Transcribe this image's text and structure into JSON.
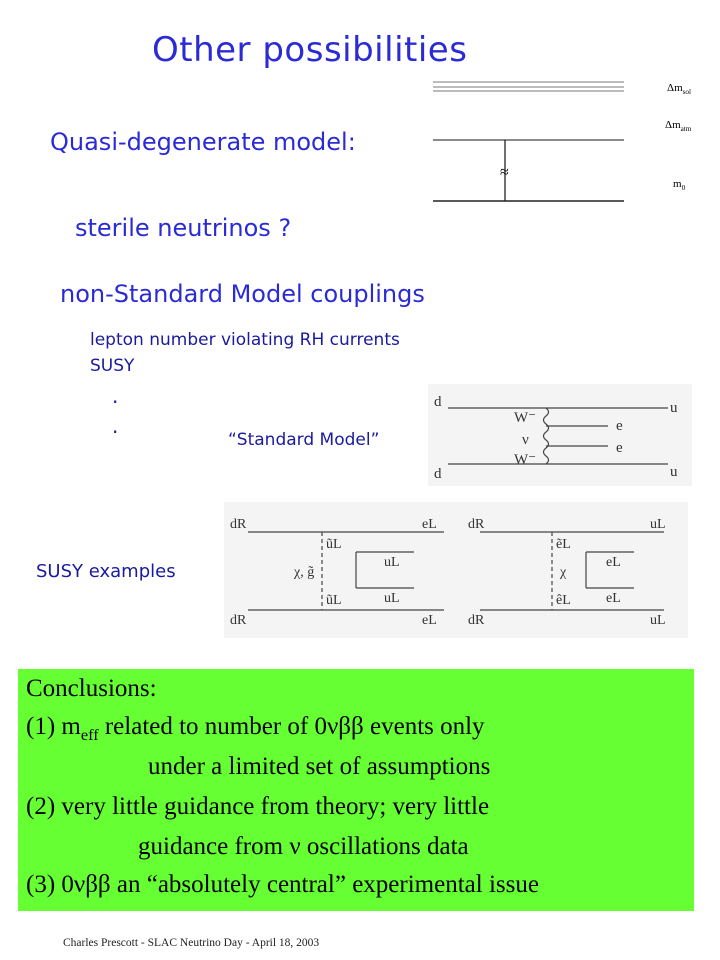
{
  "title": "Other possibilities",
  "quasi_label": "Quasi-degenerate model:",
  "sterile_label": "sterile neutrinos ?",
  "nonsm_label": "non-Standard Model couplings",
  "nonsm_items": [
    "lepton number violating RH currents",
    "SUSY",
    ".",
    "."
  ],
  "mass_diagram": {
    "dm_sol_prefix": "Δm",
    "dm_sol_sub": "sol",
    "dm_atm_prefix": "Δm",
    "dm_atm_sub": "atm",
    "m0_prefix": "m",
    "m0_sub": "0",
    "approx": "≈"
  },
  "sm_diagram": {
    "caption": "“Standard Model”",
    "labels": {
      "d_top": "d",
      "d_bot": "d",
      "u_top": "u",
      "u_bot": "u",
      "w_top": "W⁻",
      "w_bot": "W⁻",
      "nu": "ν",
      "e1": "e",
      "e2": "e"
    }
  },
  "susy_diagrams": {
    "caption": "SUSY examples",
    "left": {
      "dR_top": "dR",
      "dR_bot": "dR",
      "eL_top": "eL",
      "eL_bot": "eL",
      "uL1": "uL",
      "uL2": "uL",
      "sq_top": "ũL",
      "sq_bot": "ũL",
      "neutralino": "χ, g̃"
    },
    "right": {
      "dR_top": "dR",
      "dR_bot": "dR",
      "uL_top": "uL",
      "uL_bot": "uL",
      "eL1": "eL",
      "eL2": "eL",
      "sl_top": "ẽL",
      "sl_bot": "êL",
      "chi": "χ"
    }
  },
  "conclusions": {
    "heading": "Conclusions:",
    "l1_pre": "(1)  m",
    "l1_sub": "eff",
    "l1_post": " related to number of 0νββ  events only",
    "l2": "under a limited set of assumptions",
    "l3": "(2) very little guidance from theory; very little",
    "l4": "guidance from ν  oscillations data",
    "l5": "(3) 0νββ  an “absolutely central” experimental issue",
    "bg_color": "#66ff33"
  },
  "footer": "Charles Prescott  -  SLAC Neutrino Day  -  April 18, 2003"
}
